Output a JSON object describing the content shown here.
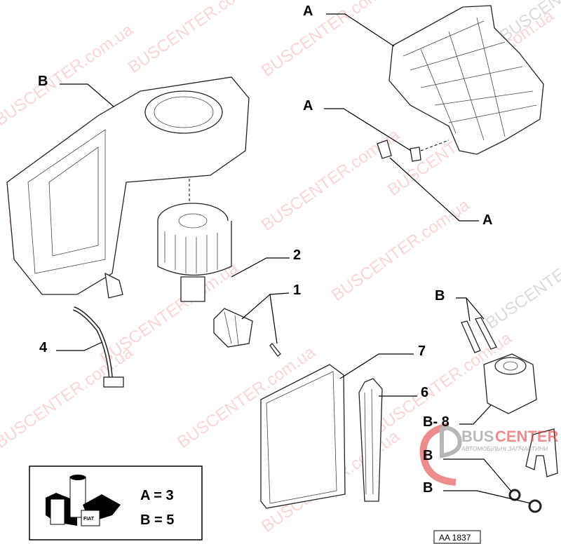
{
  "labels": {
    "a_top": "A",
    "a_mid": "A",
    "a_right": "A",
    "b_housing": "B",
    "part_2": "2",
    "part_1": "1",
    "part_4": "4",
    "part_7": "7",
    "part_6": "6",
    "b_bolts": "B",
    "b_8": "B- 8",
    "b_lower1": "B",
    "b_lower2": "B"
  },
  "legend": {
    "a_value": "A = 3",
    "b_value": "B = 5",
    "brand_mark": "FIAT"
  },
  "reference_code": "AA 1837",
  "watermark": {
    "text": "BUSCENTER.com.ua",
    "logo_bus": "BUS",
    "logo_center": "CENTER",
    "logo_subtitle": "АВТОМОБІЛЬНІ ЗАПЧАСТИНИ"
  },
  "colors": {
    "watermark_red": "#e04040",
    "watermark_gray": "#8c8c8c"
  }
}
